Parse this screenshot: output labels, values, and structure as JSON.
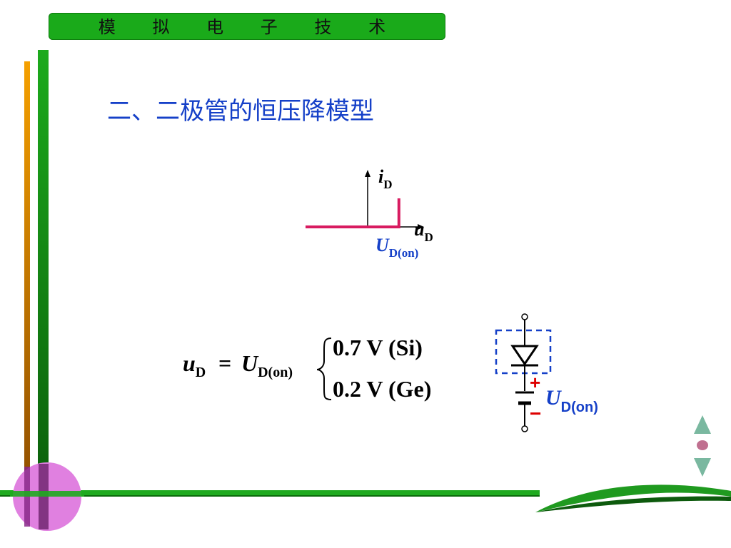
{
  "header": {
    "title": "模 拟 电 子 技 术"
  },
  "slide": {
    "title": "二、二极管的恒压降模型"
  },
  "chart_data": {
    "type": "line",
    "title": "",
    "xlabel_var": "u",
    "xlabel_sub": "D",
    "ylabel_var": "i",
    "ylabel_sub": "D",
    "threshold_label_var": "U",
    "threshold_label_sub": "D(on)",
    "threshold": 1,
    "xlim": [
      -1.0,
      1.4
    ],
    "ylim": [
      0,
      1.0
    ],
    "series": [
      {
        "points": [
          [
            -1.0,
            0
          ],
          [
            1,
            0
          ],
          [
            1,
            0.5
          ]
        ]
      }
    ]
  },
  "formula": {
    "lhs_var": "u",
    "lhs_sub": "D",
    "eq": "=",
    "rhs_var": "U",
    "rhs_sub": "D(on)",
    "case1": "0.7 V (Si)",
    "case2": "0.2 V (Ge)"
  },
  "circuit": {
    "plus": "+",
    "minus": "−",
    "label_var": "U",
    "label_sub": "D(on)"
  },
  "colors": {
    "accent_green": "#1aaa1a",
    "title_blue": "#1540c8",
    "curve": "#d81b60",
    "plus_minus": "#dd0000",
    "magenta_circle": "#e080e0"
  },
  "nav": {
    "up_icon": "triangle-up-icon",
    "dot_icon": "dot-icon",
    "down_icon": "triangle-down-icon"
  }
}
